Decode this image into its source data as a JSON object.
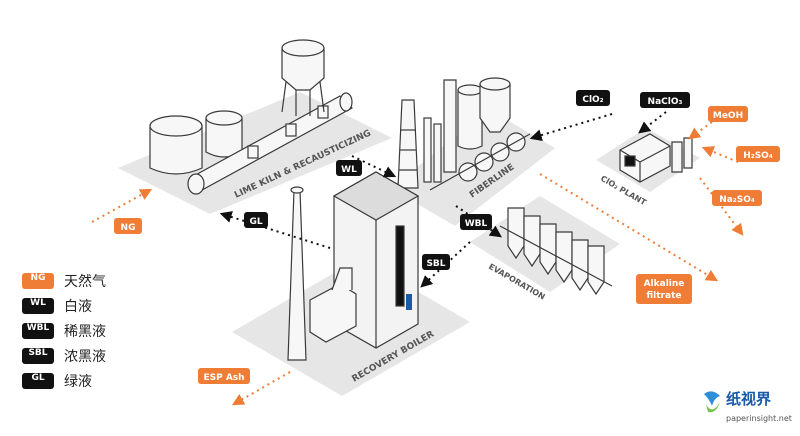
{
  "areas": {
    "lime_kiln": "LIME KILN & RECAUSTICIZING",
    "fiberline": "FIBERLINE",
    "clo2_plant": "ClO₂ PLANT",
    "evaporation": "EVAPORATION",
    "recovery_boiler": "RECOVERY BOILER"
  },
  "flows": {
    "wl": "WL",
    "gl": "GL",
    "wbl": "WBL",
    "sbl": "SBL",
    "clo2": "ClO₂",
    "naclo3": "NaClO₃",
    "ng_in": "NG",
    "meoh": "MeOH",
    "h2so4": "H₂SO₄",
    "na2so4": "Na₂SO₄",
    "alkaline_line1": "Alkaline",
    "alkaline_line2": "filtrate",
    "esp_ash": "ESP Ash"
  },
  "legend": [
    {
      "tag": "NG",
      "text": "天然气",
      "color": "#f07d36"
    },
    {
      "tag": "WL",
      "text": "白液",
      "color": "#111111"
    },
    {
      "tag": "WBL",
      "text": "稀黑液",
      "color": "#111111"
    },
    {
      "tag": "SBL",
      "text": "浓黑液",
      "color": "#111111"
    },
    {
      "tag": "GL",
      "text": "绿液",
      "color": "#111111"
    }
  ],
  "watermark": {
    "title": "纸视界",
    "url": "paperinsight.net"
  },
  "colors": {
    "accent": "#f07d36",
    "dark": "#111111",
    "platform": "#e6e6e6",
    "outline": "#3a3a3a"
  }
}
